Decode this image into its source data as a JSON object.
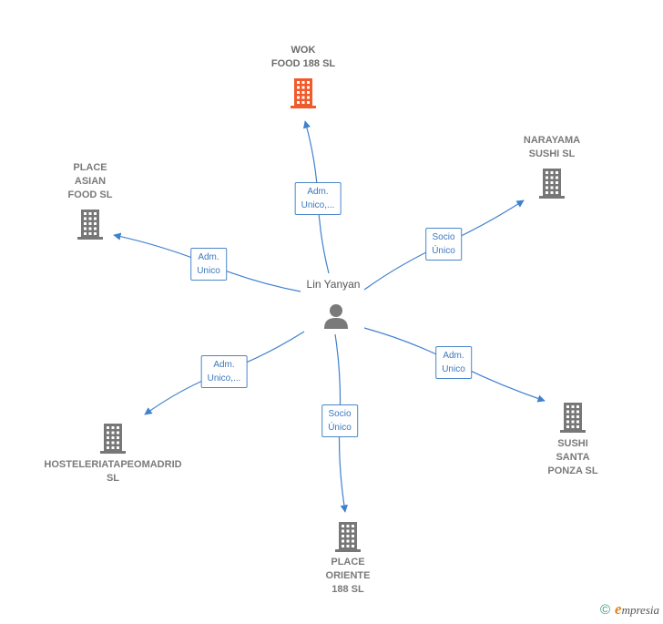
{
  "person": {
    "name": "Lin Yanyan",
    "icon": "person-icon"
  },
  "companies": [
    {
      "id": "wok",
      "lines": [
        "WOK",
        "FOOD 188  SL"
      ],
      "focus": true,
      "color": "#f15a2b"
    },
    {
      "id": "narayama",
      "lines": [
        "NARAYAMA",
        "SUSHI  SL"
      ],
      "focus": false,
      "color": "#777777"
    },
    {
      "id": "place-asian",
      "lines": [
        "PLACE",
        "ASIAN",
        "FOOD  SL"
      ],
      "focus": false,
      "color": "#777777"
    },
    {
      "id": "hosteleria",
      "lines": [
        "HOSTELERIATAPEOMADRID",
        "SL"
      ],
      "focus": false,
      "color": "#777777"
    },
    {
      "id": "place-oriente",
      "lines": [
        "PLACE",
        "ORIENTE",
        "188 SL"
      ],
      "focus": false,
      "color": "#777777"
    },
    {
      "id": "sushi-santa",
      "lines": [
        "SUSHI",
        "SANTA",
        "PONZA  SL"
      ],
      "focus": false,
      "color": "#777777"
    }
  ],
  "relations": [
    {
      "to": "wok",
      "lines": [
        "Adm.",
        "Unico,..."
      ]
    },
    {
      "to": "narayama",
      "lines": [
        "Socio",
        "Único"
      ]
    },
    {
      "to": "place-asian",
      "lines": [
        "Adm.",
        "Unico"
      ]
    },
    {
      "to": "hosteleria",
      "lines": [
        "Adm.",
        "Unico,..."
      ]
    },
    {
      "to": "place-oriente",
      "lines": [
        "Socio",
        "Único"
      ]
    },
    {
      "to": "sushi-santa",
      "lines": [
        "Adm.",
        "Unico"
      ]
    }
  ],
  "colors": {
    "edge": "#3f80cf",
    "label_border": "#4a86c8"
  },
  "brand": {
    "copyright": "©",
    "e": "e",
    "name": "mpresia"
  }
}
